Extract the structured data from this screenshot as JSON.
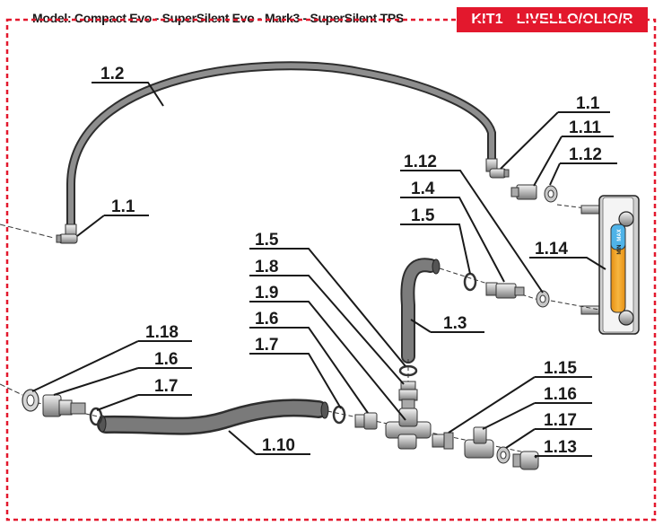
{
  "header": {
    "model_label": "Model: Compact Evo - SuperSilent Evo - Mark3 - SuperSilent TPS",
    "kit_code": "KIT1 - LIVELLO/OLIO/R"
  },
  "colors": {
    "frame": "#e3182d",
    "badge": "#e3182d",
    "hose": "#5a5a5a",
    "level_window": "#f4a623",
    "level_marks": "#4fb3e8"
  },
  "level_gauge": {
    "max_label": "MAX",
    "min_label": "MIN"
  },
  "callouts": [
    "1.1",
    "1.1",
    "1.2",
    "1.3",
    "1.4",
    "1.5",
    "1.5",
    "1.6",
    "1.6",
    "1.7",
    "1.7",
    "1.8",
    "1.9",
    "1.10",
    "1.11",
    "1.12",
    "1.12",
    "1.13",
    "1.14",
    "1.15",
    "1.16",
    "1.17",
    "1.18"
  ]
}
